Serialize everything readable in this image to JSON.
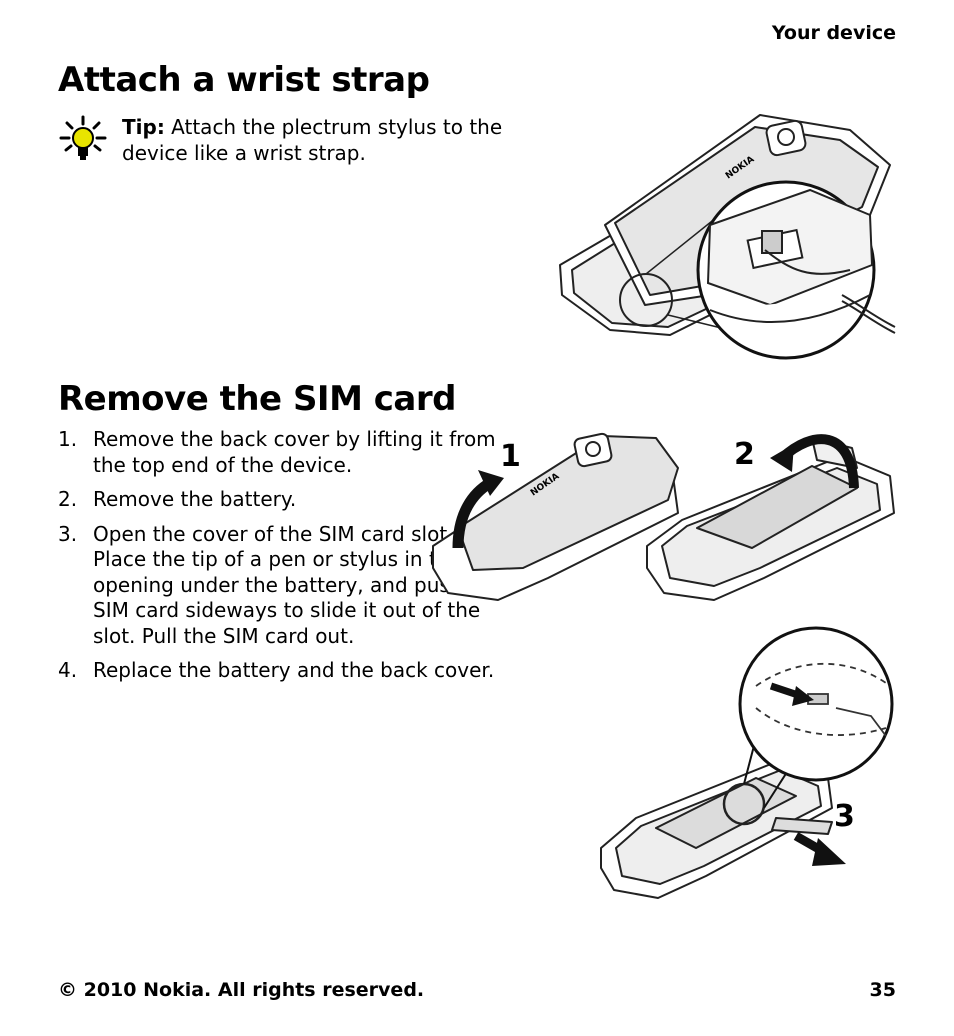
{
  "header": {
    "section": "Your device"
  },
  "wrist": {
    "title": "Attach a wrist strap",
    "tip_label": "Tip:",
    "tip_text": " Attach the plectrum stylus to the device like a wrist strap."
  },
  "sim": {
    "title": "Remove the SIM card",
    "steps": [
      {
        "num": "1.",
        "text": "Remove the back cover by lifting it from the top end of the device."
      },
      {
        "num": "2.",
        "text": "Remove the battery."
      },
      {
        "num": "3.",
        "text": "Open the cover of the SIM card slot. Place the tip of a pen or stylus in the opening under the battery, and push the SIM card sideways to slide it out of the slot. Pull the SIM card out."
      },
      {
        "num": "4.",
        "text": "Replace the battery and the back cover."
      }
    ],
    "figure_labels": {
      "one": "1",
      "two": "2",
      "three": "3"
    }
  },
  "footer": {
    "copyright": "© 2010 Nokia. All rights reserved.",
    "page": "35"
  },
  "icons": {
    "tip": "lightbulb-icon"
  },
  "logo_text": "NOKIA"
}
